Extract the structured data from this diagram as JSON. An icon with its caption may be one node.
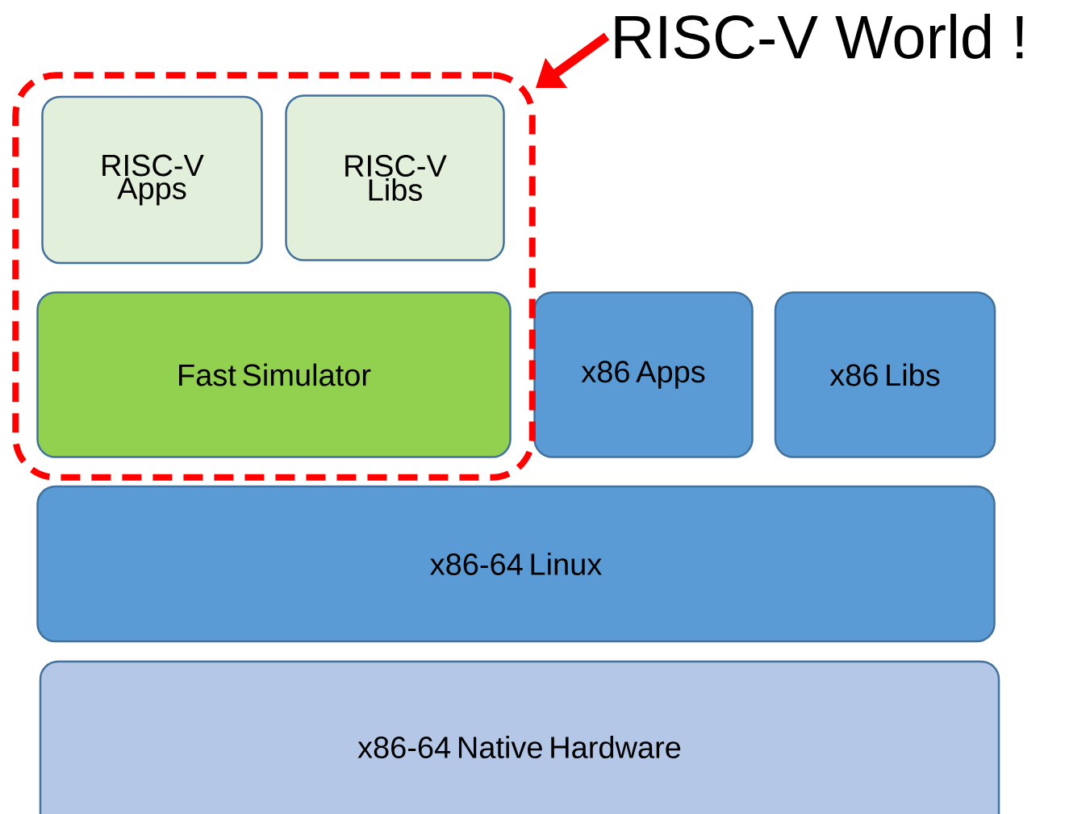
{
  "diagram": {
    "nodes": [
      {
        "text": [
          "RISC-V World !"
        ]
      },
      {
        "text": [],
        "shape": "box"
      },
      {
        "text": [
          "RISC-V Apps"
        ],
        "in": 1
      },
      {
        "text": [
          "RISC-V Libs"
        ],
        "in": 1
      },
      {
        "text": [
          "Fast Simulator"
        ],
        "in": 1
      },
      {
        "text": [
          "x86 Apps"
        ]
      },
      {
        "text": [
          "x86 Libs"
        ]
      },
      {
        "text": [
          "x86-64 Linux"
        ]
      },
      {
        "text": [
          "x86-64 Native Hardware"
        ]
      }
    ],
    "edges": [
      {
        "from": 0,
        "to": 1,
        "arrow": "to",
        "color": "#ff0000"
      }
    ]
  }
}
